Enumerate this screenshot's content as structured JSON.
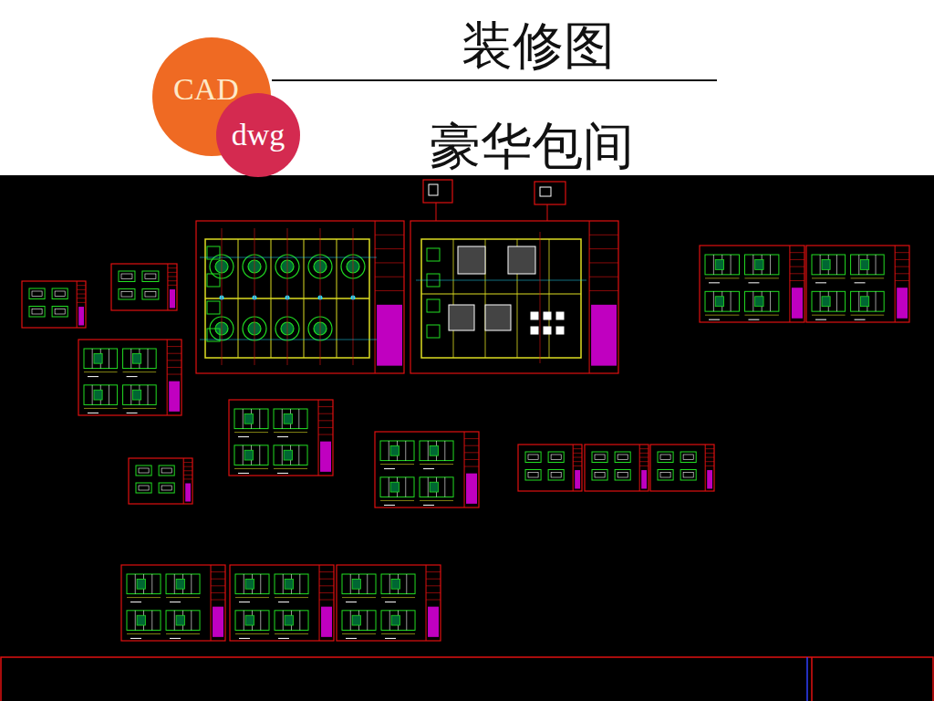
{
  "diagram": {
    "title": "装修图",
    "nodes": [
      {
        "text": [
          "CAD"
        ]
      },
      {
        "text": [
          "dwg"
        ]
      }
    ],
    "labels": [
      "豪华包间"
    ]
  }
}
